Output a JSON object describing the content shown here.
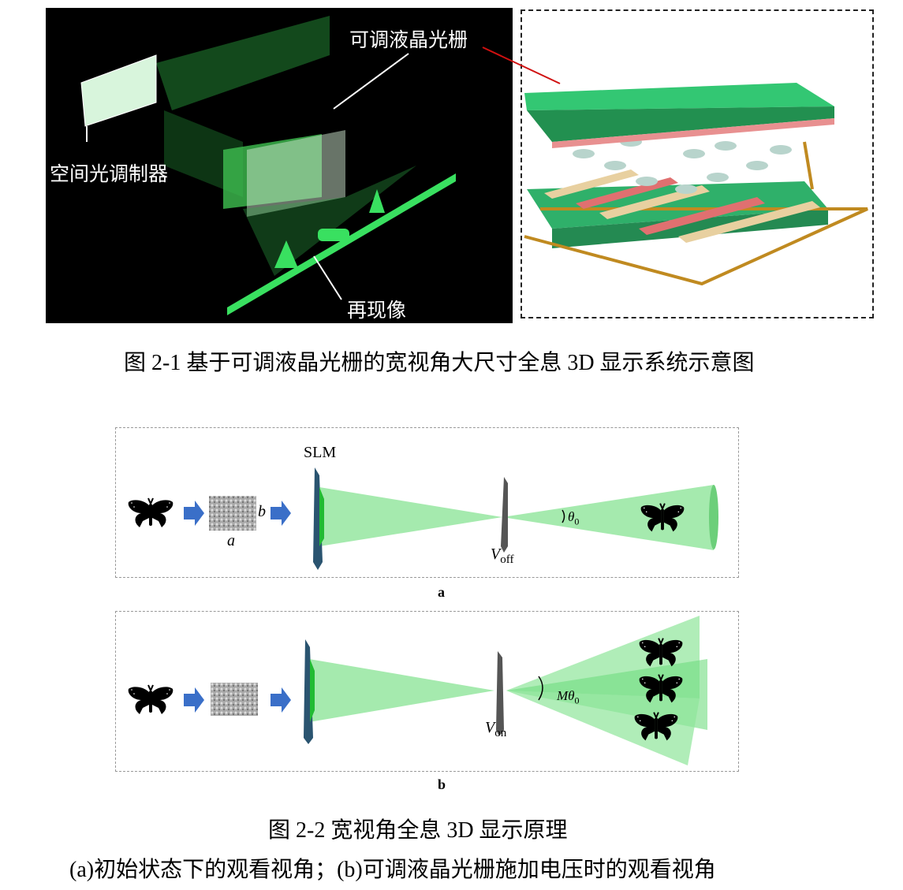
{
  "figure1": {
    "labels": {
      "tunable_grating": "可调液晶光栅",
      "slm": "空间光调制器",
      "reconstruction": "再现像"
    },
    "caption": "图  2-1  基于可调液晶光栅的宽视角大尺寸全息 3D 显示系统示意图"
  },
  "figure2": {
    "panel_a": {
      "slm_label": "SLM",
      "a_label": "a",
      "b_label": "b",
      "voltage_label": "V",
      "voltage_sub": "off",
      "angle_label": "θ",
      "angle_sub": "0",
      "sublabel": "a"
    },
    "panel_b": {
      "voltage_label": "V",
      "voltage_sub": "on",
      "angle_label": "Mθ",
      "angle_sub": "0",
      "sublabel": "b"
    },
    "caption_line1": "图  2-2 宽视角全息 3D 显示原理",
    "caption_line2": "(a)初始状态下的观看视角；(b)可调液晶光栅施加电压时的观看视角"
  },
  "colors": {
    "green": "#33cc66",
    "beam": "#7fe08a",
    "dark_blue": "#2a5470",
    "arrow_blue": "#3a6fc8"
  }
}
